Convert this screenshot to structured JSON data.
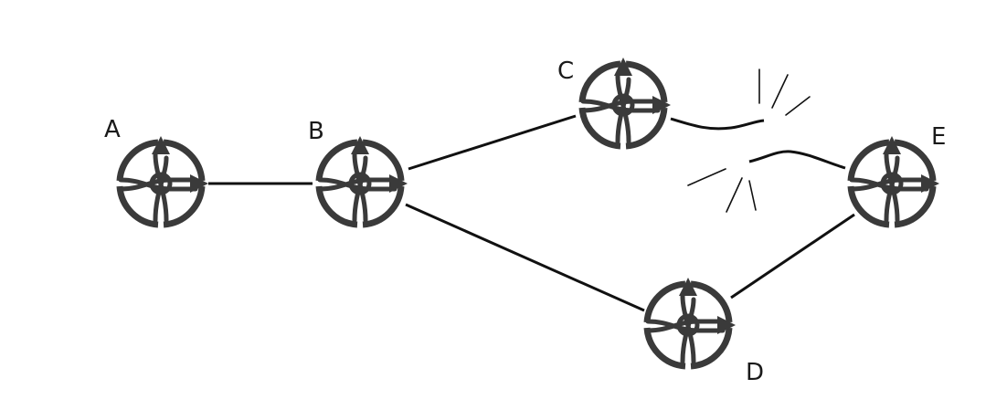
{
  "nodes": [
    {
      "id": "a",
      "label": "A",
      "icon": "router-icon"
    },
    {
      "id": "b",
      "label": "B",
      "icon": "router-icon"
    },
    {
      "id": "c",
      "label": "C",
      "icon": "router-icon"
    },
    {
      "id": "d",
      "label": "D",
      "icon": "router-icon"
    },
    {
      "id": "e",
      "label": "E",
      "icon": "router-icon"
    }
  ],
  "links": [
    {
      "from": "A",
      "to": "B",
      "state": "up"
    },
    {
      "from": "B",
      "to": "C",
      "state": "up"
    },
    {
      "from": "B",
      "to": "D",
      "state": "up"
    },
    {
      "from": "D",
      "to": "E",
      "state": "up"
    },
    {
      "from": "C",
      "to": "E",
      "state": "broken"
    }
  ],
  "colors": {
    "icon": "#3a3a3a",
    "line": "#111111",
    "label": "#1a1a1a"
  }
}
